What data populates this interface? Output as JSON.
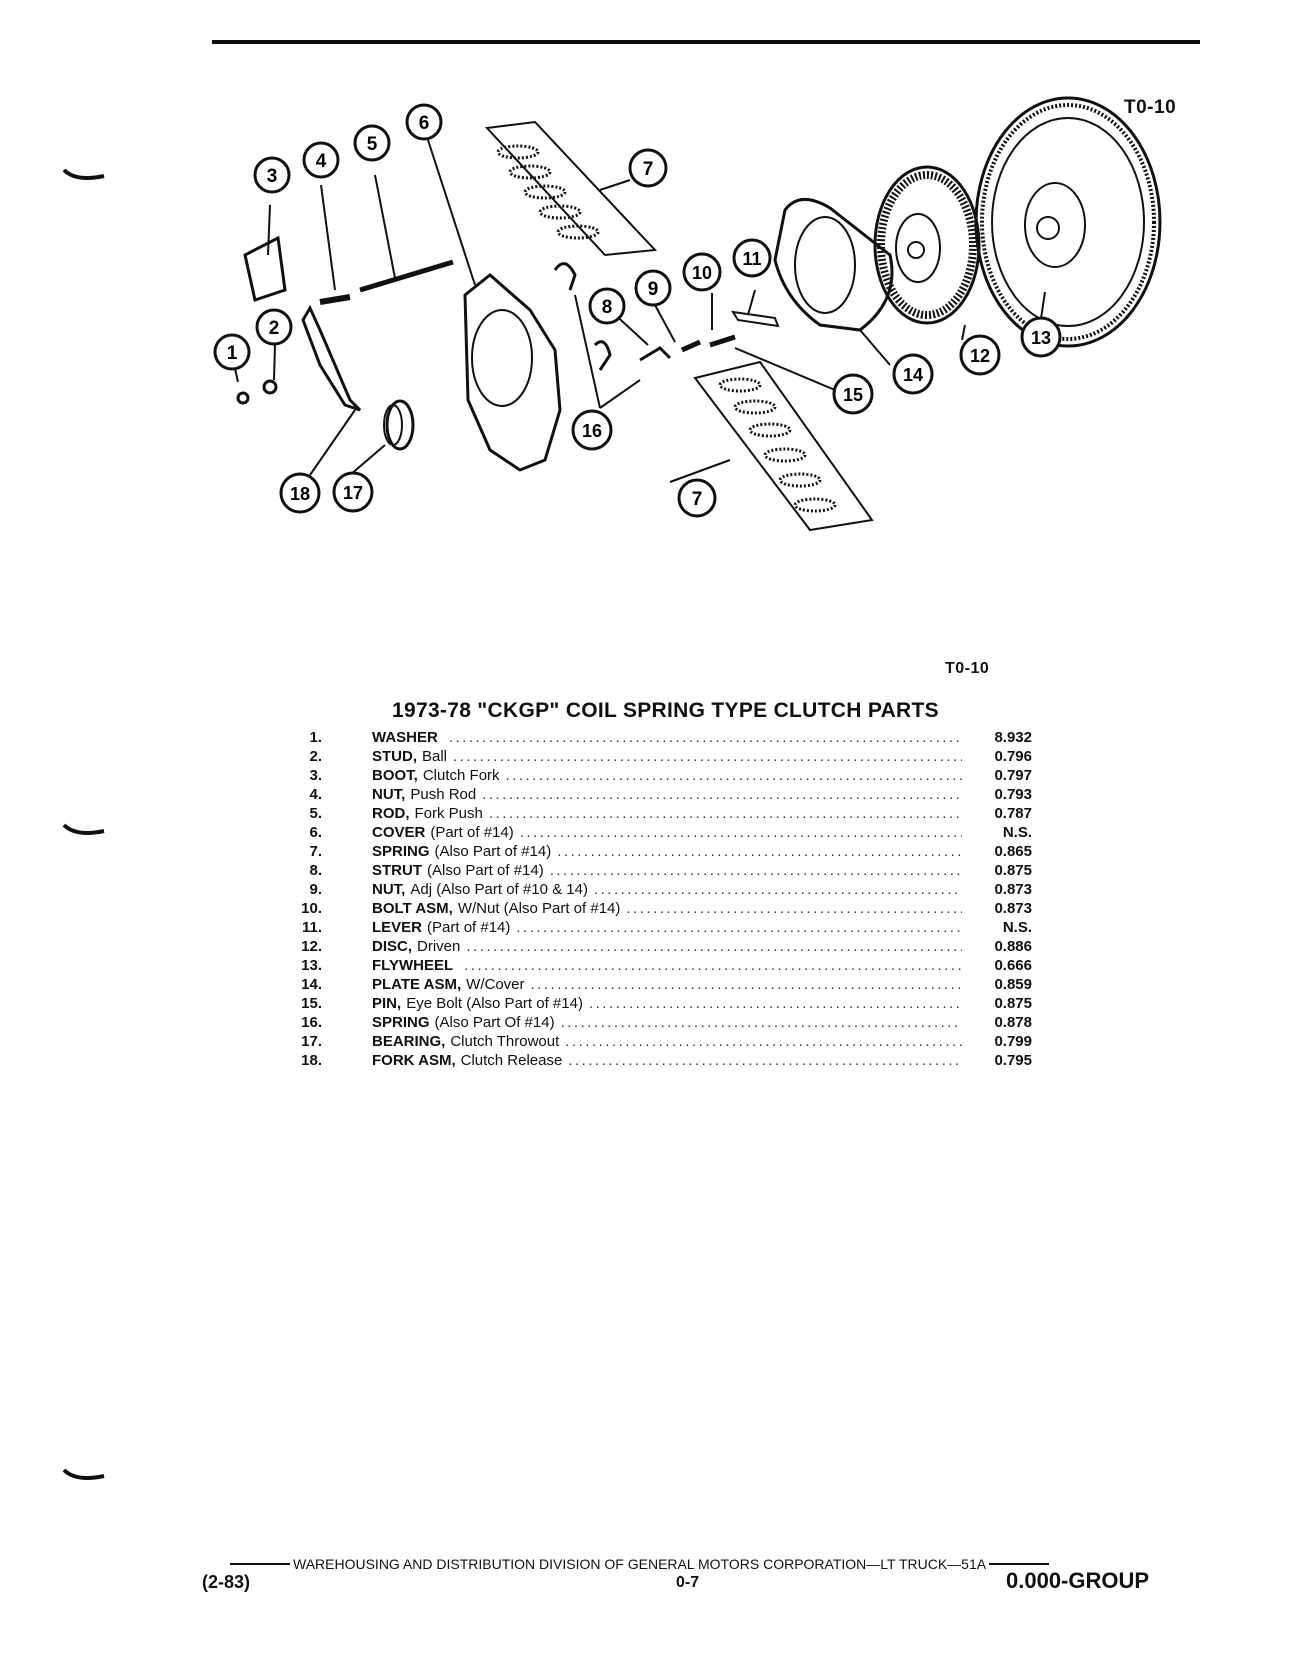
{
  "figure": {
    "code_top": "T0-10",
    "code_below": "T0-10",
    "callouts": [
      {
        "label": "1"
      },
      {
        "label": "2"
      },
      {
        "label": "3"
      },
      {
        "label": "4"
      },
      {
        "label": "5"
      },
      {
        "label": "6"
      },
      {
        "label": "7"
      },
      {
        "label": "7"
      },
      {
        "label": "8"
      },
      {
        "label": "9"
      },
      {
        "label": "10"
      },
      {
        "label": "11"
      },
      {
        "label": "12"
      },
      {
        "label": "13"
      },
      {
        "label": "14"
      },
      {
        "label": "15"
      },
      {
        "label": "16"
      },
      {
        "label": "17"
      },
      {
        "label": "18"
      }
    ]
  },
  "parts_title": "1973-78 \"CKGP\" COIL SPRING TYPE CLUTCH PARTS",
  "parts": [
    {
      "num": "1.",
      "name": "WASHER",
      "desc": "",
      "value": "8.932"
    },
    {
      "num": "2.",
      "name": "STUD,",
      "desc": "Ball",
      "value": "0.796"
    },
    {
      "num": "3.",
      "name": "BOOT,",
      "desc": "Clutch Fork",
      "value": "0.797"
    },
    {
      "num": "4.",
      "name": "NUT,",
      "desc": "Push Rod",
      "value": "0.793"
    },
    {
      "num": "5.",
      "name": "ROD,",
      "desc": "Fork Push",
      "value": "0.787"
    },
    {
      "num": "6.",
      "name": "COVER",
      "desc": "(Part of #14)",
      "value": "N.S."
    },
    {
      "num": "7.",
      "name": "SPRING",
      "desc": "(Also Part of #14)",
      "value": "0.865"
    },
    {
      "num": "8.",
      "name": "STRUT",
      "desc": "(Also Part of #14)",
      "value": "0.875"
    },
    {
      "num": "9.",
      "name": "NUT,",
      "desc": "Adj (Also Part of #10 & 14)",
      "value": "0.873"
    },
    {
      "num": "10.",
      "name": "BOLT ASM,",
      "desc": "W/Nut (Also Part of #14)",
      "value": "0.873"
    },
    {
      "num": "11.",
      "name": "LEVER",
      "desc": "(Part of #14)",
      "value": "N.S."
    },
    {
      "num": "12.",
      "name": "DISC,",
      "desc": "Driven",
      "value": "0.886"
    },
    {
      "num": "13.",
      "name": "FLYWHEEL",
      "desc": "",
      "value": "0.666"
    },
    {
      "num": "14.",
      "name": "PLATE ASM,",
      "desc": "W/Cover",
      "value": "0.859"
    },
    {
      "num": "15.",
      "name": "PIN,",
      "desc": "Eye Bolt (Also Part of #14)",
      "value": "0.875"
    },
    {
      "num": "16.",
      "name": "SPRING",
      "desc": "(Also Part Of #14)",
      "value": "0.878"
    },
    {
      "num": "17.",
      "name": "BEARING,",
      "desc": "Clutch Throwout",
      "value": "0.799"
    },
    {
      "num": "18.",
      "name": "FORK ASM,",
      "desc": "Clutch Release",
      "value": "0.795"
    }
  ],
  "footer": {
    "line": "WAREHOUSING AND DISTRIBUTION  DIVISION OF GENERAL MOTORS CORPORATION—LT TRUCK—51A",
    "left": "(2-83)",
    "center": "0-7",
    "right": "0.000-GROUP"
  }
}
